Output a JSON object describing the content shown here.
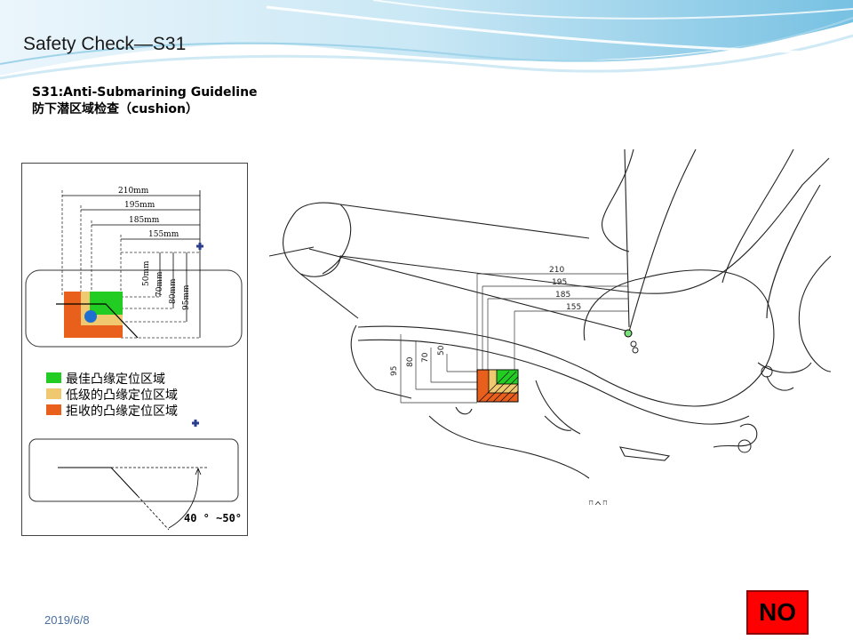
{
  "slide": {
    "title": "Safety Check—S31",
    "subtitle_line1": "S31:Anti-Submarining Guideline",
    "subtitle_line2": "防下潜区域检查（cushion）",
    "date": "2019/6/8",
    "verdict": "NO",
    "verdict_color": "#ff0000"
  },
  "guideline_panel": {
    "horizontal_dims": [
      "210mm",
      "195mm",
      "185mm",
      "155mm"
    ],
    "vertical_dims": [
      "50mm",
      "70mm",
      "80mm",
      "95mm"
    ],
    "angle_label": "40 ° ~50°",
    "legend": [
      {
        "label": "最佳凸缘定位区域",
        "color": "#22cc22"
      },
      {
        "label": "低级的凸缘定位区域",
        "color": "#f0c870"
      },
      {
        "label": "拒收的凸缘定位区域",
        "color": "#e8601c"
      }
    ],
    "zone_colors": {
      "best": "#22cc22",
      "low": "#f0c870",
      "reject": "#e8601c",
      "marker": "#1e6fd0"
    }
  },
  "cad_drawing": {
    "horizontal_dims": [
      "210",
      "195",
      "185",
      "155"
    ],
    "vertical_dims": [
      "95",
      "80",
      "70",
      "50"
    ]
  }
}
